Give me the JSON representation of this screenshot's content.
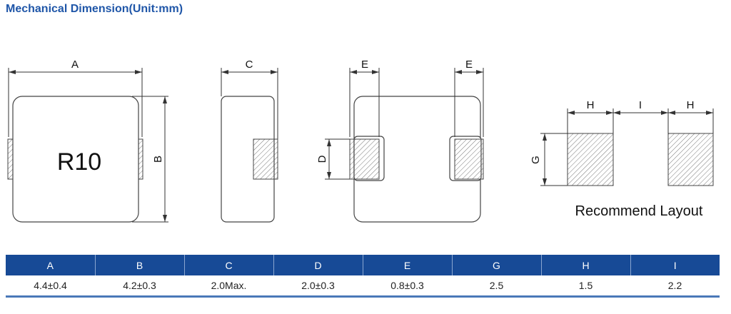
{
  "title": "Mechanical Dimension(Unit:mm)",
  "drawing": {
    "marking": "R10",
    "labels": {
      "A": "A",
      "B": "B",
      "C": "C",
      "D": "D",
      "E": "E",
      "G": "G",
      "H": "H",
      "I": "I"
    },
    "layout_caption": "Recommend Layout"
  },
  "table": {
    "headers": [
      "A",
      "B",
      "C",
      "D",
      "E",
      "G",
      "H",
      "I"
    ],
    "values": [
      "4.4±0.4",
      "4.2±0.3",
      "2.0Max.",
      "2.0±0.3",
      "0.8±0.3",
      "2.5",
      "1.5",
      "2.2"
    ]
  },
  "colors": {
    "accent": "#174a96",
    "title": "#1f56a8"
  }
}
